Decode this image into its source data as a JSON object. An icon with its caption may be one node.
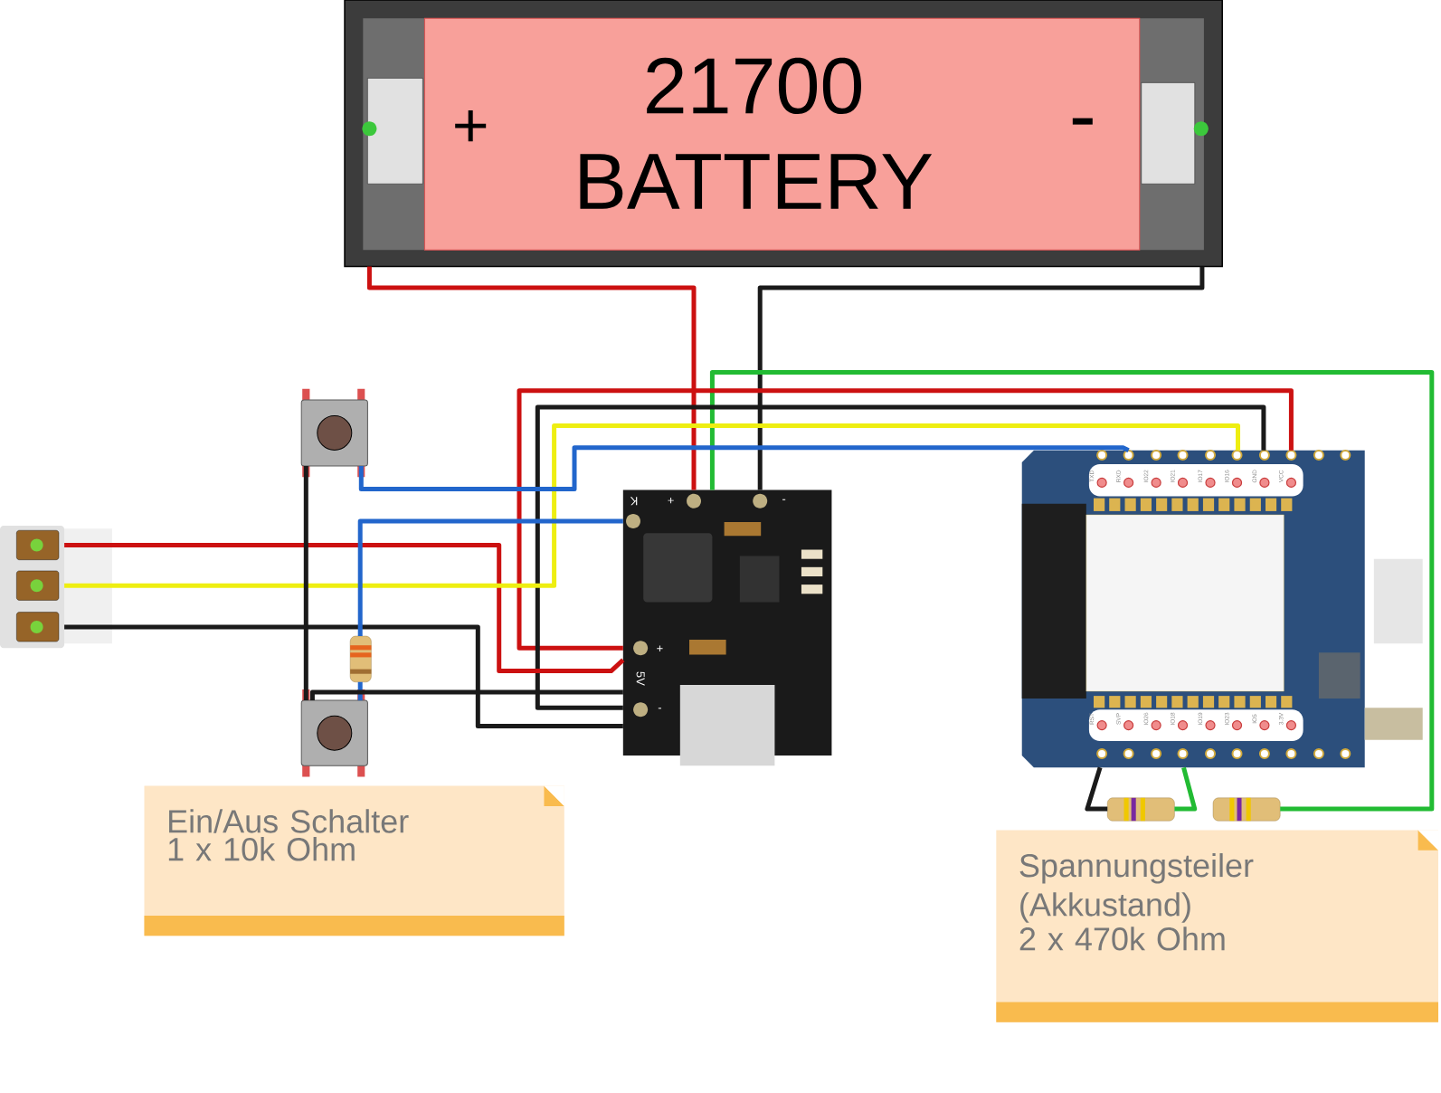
{
  "diagram": {
    "nodes": [
      {
        "text": [
          "+",
          "21700 BATTERY",
          "-"
        ]
      },
      {
        "text": [
          "K",
          "+",
          "-",
          "+",
          "5V",
          "-"
        ]
      },
      {
        "text": [
          "TXD",
          "RXD",
          "IO22",
          "IO21",
          "IO17",
          "IO16",
          "GND",
          "VCC",
          "RST",
          "SVP",
          "IO26",
          "IO18",
          "IO19",
          "IO23",
          "IO5",
          "3.3V"
        ]
      },
      {
        "text": [],
        "shape": "box"
      },
      {
        "text": [],
        "shape": "box"
      },
      {
        "text": [],
        "shape": "box"
      },
      {
        "text": [],
        "shape": "bar"
      },
      {
        "text": [],
        "shape": "bar"
      },
      {
        "text": [],
        "shape": "bar"
      },
      {
        "text": [
          "Ein/Aus Schalter",
          "1 x 10k Ohm"
        ]
      },
      {
        "text": [
          "Spannungsteiler (Akkustand)",
          "2 x 470k Ohm"
        ]
      }
    ],
    "edges": [
      {
        "from": 0,
        "to": 1,
        "arrow": "none",
        "color": "#cc1111"
      },
      {
        "from": 0,
        "to": 1,
        "arrow": "none",
        "color": "#1a1a1a"
      },
      {
        "from": 1,
        "to": 8,
        "arrow": "none",
        "color": "#22bb33"
      },
      {
        "from": 1,
        "to": 2,
        "arrow": "none",
        "color": "#cc1111"
      },
      {
        "from": 1,
        "to": 2,
        "arrow": "none",
        "color": "#1a1a1a"
      },
      {
        "from": 3,
        "to": 1,
        "arrow": "none",
        "color": "#cc1111"
      },
      {
        "from": 3,
        "to": 1,
        "arrow": "none",
        "color": "#1a1a1a"
      },
      {
        "from": 3,
        "to": 2,
        "arrow": "none",
        "color": "#eeee11"
      },
      {
        "from": 4,
        "to": 2,
        "arrow": "none",
        "color": "#2266cc"
      },
      {
        "from": 1,
        "to": 6,
        "arrow": "none",
        "color": "#2266cc"
      },
      {
        "from": 6,
        "to": 5,
        "arrow": "none",
        "color": "#2266cc"
      },
      {
        "from": 4,
        "to": 5,
        "arrow": "none",
        "color": "#1a1a1a"
      },
      {
        "from": 5,
        "to": 1,
        "arrow": "none",
        "color": "#1a1a1a"
      },
      {
        "from": 2,
        "to": 7,
        "arrow": "none",
        "color": "#1a1a1a"
      },
      {
        "from": 2,
        "to": 7,
        "arrow": "none",
        "color": "#22bb33"
      }
    ]
  }
}
